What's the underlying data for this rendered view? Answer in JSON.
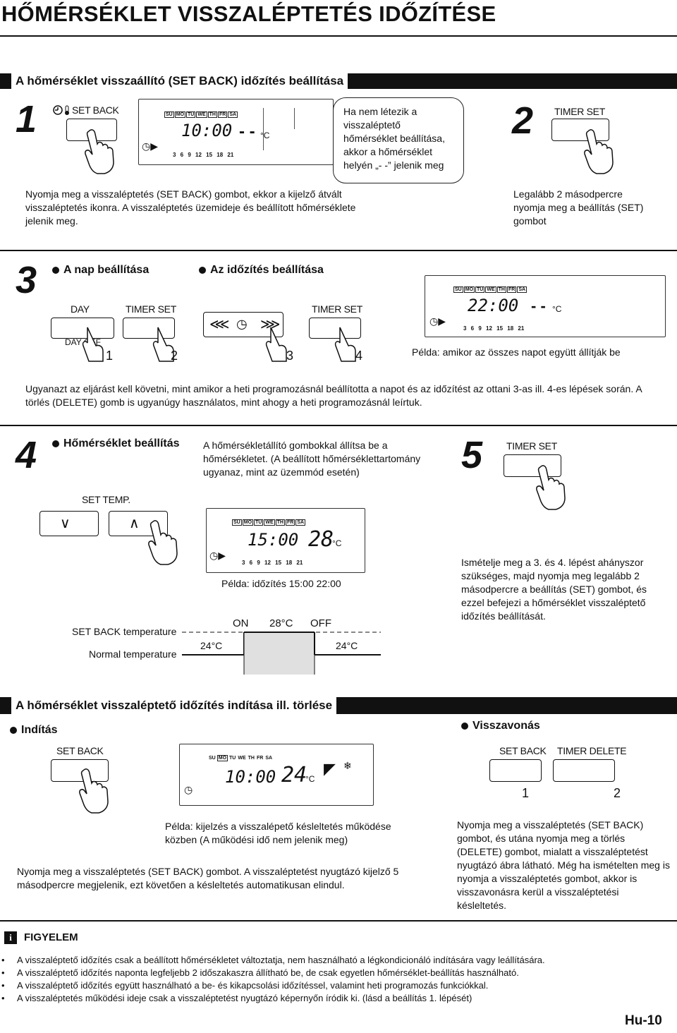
{
  "page_title": "HŐMÉRSÉKLET VISSZALÉPTETÉS IDŐZÍTÉSE",
  "section_setup": {
    "bar_title": "A hőmérséklet visszaállító (SET BACK) időzítés beállítása"
  },
  "step1": {
    "num": "1",
    "button_label": "SET BACK",
    "lcd_days": [
      "SU",
      "MO",
      "TU",
      "WE",
      "TH",
      "FR",
      "SA"
    ],
    "lcd_time": "10:00",
    "lcd_temp": "- -",
    "lcd_unit": "°C",
    "lcd_scale": "3 6 9 12 15 18 21",
    "bubble": "Ha nem létezik a visszaléptető hőmérséklet beállítása, akkor a hőmérséklet helyén „- -” jelenik meg",
    "text": "Nyomja meg a visszaléptetés (SET BACK) gombot, ekkor a kijelző átvált visszaléptetés ikonra. A visszaléptetés üzemideje és beállított hőmérséklete jelenik meg."
  },
  "step2": {
    "num": "2",
    "button_label": "TIMER SET",
    "text": "Legalább 2 másodpercre nyomja meg a beállítás (SET) gombot"
  },
  "step3": {
    "num": "3",
    "heading_day": "A nap beállítása",
    "heading_time": "Az időzítés beállítása",
    "day_label": "DAY",
    "day_off_label": "DAY OFF",
    "timer_set_1": "TIMER SET",
    "timer_set_2": "TIMER SET",
    "finger_1": "1",
    "finger_2": "2",
    "finger_3": "3",
    "finger_4": "4",
    "lcd_time": "22:00",
    "lcd_temp": "- -",
    "lcd_unit": "°C",
    "example": "Példa: amikor az összes napot együtt állítják be",
    "text": "Ugyanazt az eljárást kell követni, mint amikor a heti programozásnál beállította a napot és az időzítést az ottani 3-as ill. 4-es lépések során. A törlés (DELETE) gomb is ugyanúgy használatos, mint ahogy a heti programozásnál leírtuk."
  },
  "step4": {
    "num": "4",
    "heading": "Hőmérséklet beállítás",
    "desc": "A hőmérsékletállító gombokkal állítsa be a hőmérsékletet. (A beállított hőmérséklettartomány ugyanaz, mint az üzemmód esetén)",
    "set_temp_label": "SET TEMP.",
    "lcd_time": "15:00",
    "lcd_temp": "28",
    "lcd_unit": "°C",
    "example": "Példa: időzítés 15:00 22:00",
    "graph": {
      "setback_label": "SET BACK temperature",
      "normal_label": "Normal temperature",
      "on": "ON",
      "setback_temp": "28°C",
      "off": "OFF",
      "normal_left": "24°C",
      "normal_right": "24°C"
    }
  },
  "step5": {
    "num": "5",
    "button_label": "TIMER SET",
    "text": "Ismételje meg a 3. és 4. lépést ahányszor szükséges, majd nyomja meg legalább 2 másodpercre a beállítás (SET) gombot, és ezzel befejezi a hőmérséklet visszaléptető időzítés beállítását."
  },
  "section_start": {
    "bar_title": "A hőmérséklet visszaléptető időzítés indítása ill. törlése",
    "start_heading": "Indítás",
    "start_button": "SET BACK",
    "lcd_time": "10:00",
    "lcd_temp": "24",
    "lcd_unit": "°C",
    "example": "Példa: kijelzés a visszalépető késleltetés működése közben (A működési idő nem jelenik meg)",
    "start_text": "Nyomja meg a visszaléptetés (SET BACK) gombot. A visszaléptetést nyugtázó kijelző 5 másodpercre megjelenik, ezt követően a késleltetés automatikusan elindul.",
    "cancel_heading": "Visszavonás",
    "cancel_button_1": "SET BACK",
    "cancel_button_2": "TIMER DELETE",
    "cancel_finger_1": "1",
    "cancel_finger_2": "2",
    "cancel_text": "Nyomja meg a visszaléptetés (SET BACK) gombot, és utána nyomja meg a törlés (DELETE) gombot, mialatt a visszaléptetést nyugtázó ábra látható. Még ha ismételten meg is nyomja a visszaléptetés gombot, akkor is visszavonásra kerül a visszaléptetési késleltetés."
  },
  "notice": {
    "icon": "i",
    "title": "FIGYELEM",
    "items": [
      "A visszaléptető időzítés csak a beállított hőmérsékletet változtatja, nem használható a légkondicionáló indítására vagy leállítására.",
      "A visszaléptető időzítés naponta legfeljebb 2 időszakaszra állítható be, de csak egyetlen hőmérséklet-beállítás használható.",
      "A visszaléptető időzítés együtt használható a be- és kikapcsolási időzítéssel, valamint heti programozás funkciókkal.",
      "A visszaléptetés működési ideje csak a visszaléptetést nyugtázó képernyőn íródik ki. (lásd a beállítás 1. lépését)"
    ]
  },
  "page_number": "Hu-10"
}
